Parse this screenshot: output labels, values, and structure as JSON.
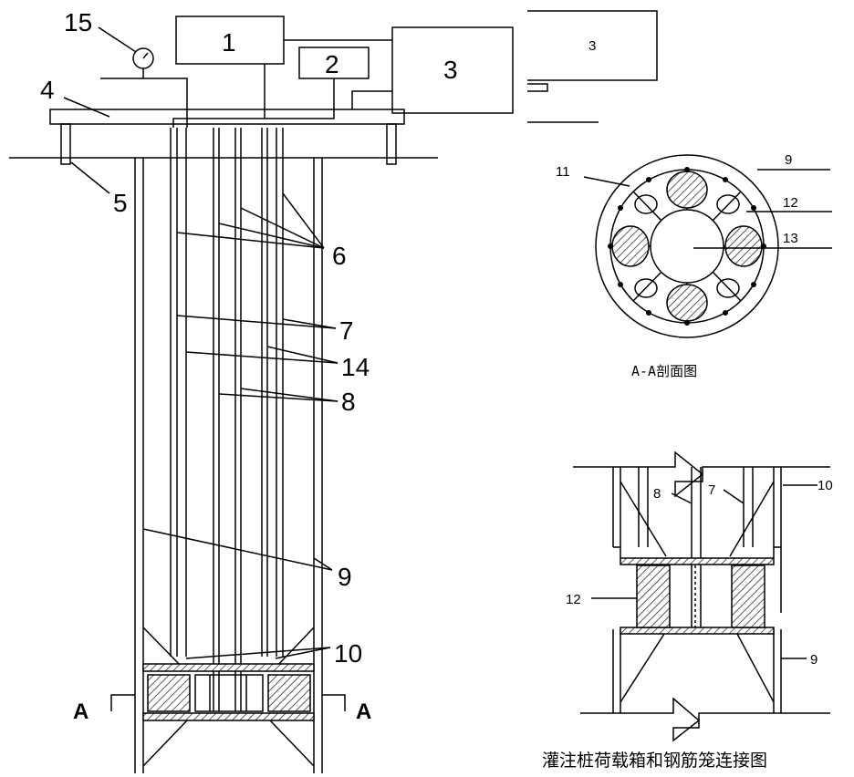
{
  "main_diagram": {
    "labels": {
      "l1": "1",
      "l2": "2",
      "l3": "3",
      "l4": "4",
      "l5": "5",
      "l6": "6",
      "l7": "7",
      "l8": "8",
      "l9": "9",
      "l10": "10",
      "l14": "14",
      "l15": "15"
    },
    "section_marks": {
      "left": "A",
      "right": "A"
    }
  },
  "top_right_box": {
    "label": "3"
  },
  "cross_section": {
    "labels": {
      "l9": "9",
      "l11": "11",
      "l12": "12",
      "l13": "13"
    },
    "caption": "A-A剖面图"
  },
  "connection_detail": {
    "labels": {
      "l7": "7",
      "l8": "8",
      "l10": "10",
      "l12": "12",
      "l9": "9"
    },
    "caption": "灌注桩荷载箱和钢筋笼连接图"
  },
  "colors": {
    "line": "#000000",
    "hatch": "#333333",
    "background": "#ffffff"
  }
}
